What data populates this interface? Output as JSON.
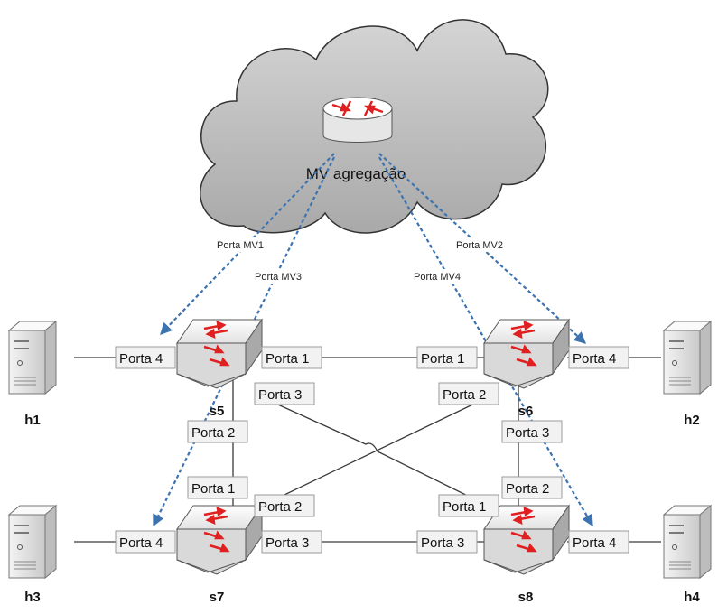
{
  "cloud": {
    "label": "MV agregação"
  },
  "virtual_ports": {
    "mv1": "Porta MV1",
    "mv2": "Porta MV2",
    "mv3": "Porta MV3",
    "mv4": "Porta MV4"
  },
  "switches": {
    "s5": {
      "label": "s5",
      "p1": "Porta 1",
      "p2": "Porta 2",
      "p3": "Porta 3",
      "p4": "Porta 4"
    },
    "s6": {
      "label": "s6",
      "p1": "Porta 1",
      "p2": "Porta 2",
      "p3": "Porta 3",
      "p4": "Porta 4"
    },
    "s7": {
      "label": "s7",
      "p1": "Porta 1",
      "p2": "Porta 2",
      "p3": "Porta 3",
      "p4": "Porta 4"
    },
    "s8": {
      "label": "s8",
      "p1": "Porta 1",
      "p2": "Porta 2",
      "p3": "Porta 3",
      "p4": "Porta 4"
    }
  },
  "hosts": {
    "h1": "h1",
    "h2": "h2",
    "h3": "h3",
    "h4": "h4"
  },
  "colors": {
    "virtual_link": "#3d74b0",
    "cloud_fill": "#c4c4c4",
    "arrow_red": "#e02020",
    "physical_link": "#3a3a3a"
  }
}
